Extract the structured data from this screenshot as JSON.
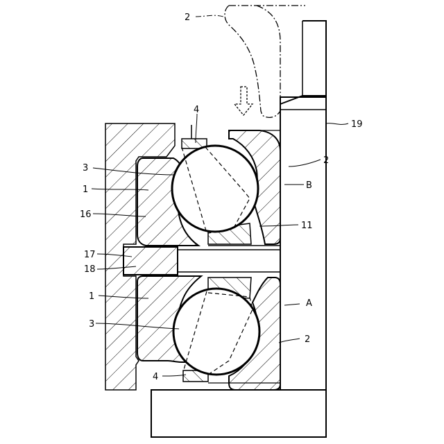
{
  "labels": {
    "upper_outer_ring": "2",
    "shaft": "19",
    "upper_cage": "4",
    "upper_ball": "3",
    "upper_outer_ring_right": "2",
    "upper_inner_ring": "1",
    "point_B": "B",
    "housing": "16",
    "groove": "11",
    "spacer_edge": "17",
    "spacer": "18",
    "lower_inner_ring": "1",
    "point_A": "A",
    "lower_ball": "3",
    "lower_outer_ring": "2",
    "lower_cage": "4"
  }
}
